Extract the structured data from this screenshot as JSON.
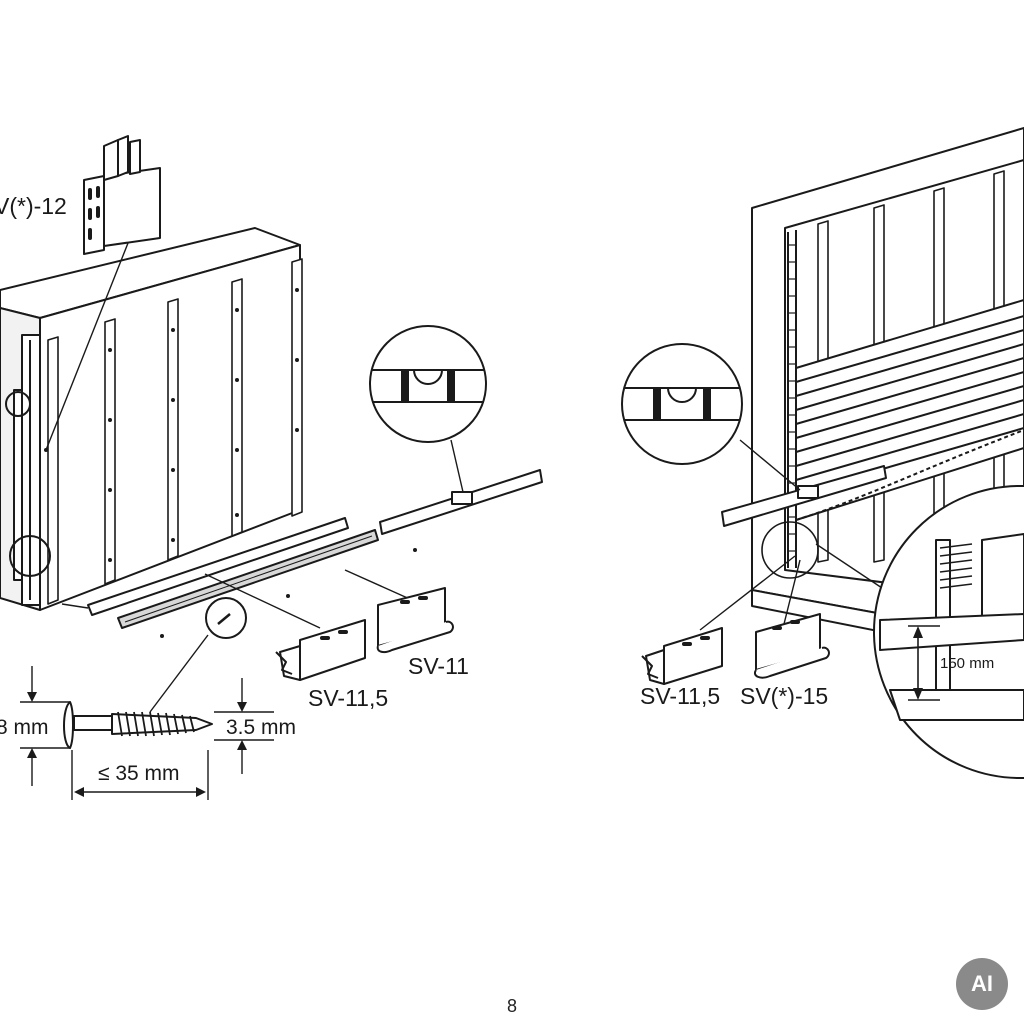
{
  "labels": {
    "corner_post": "V(*)-12",
    "left_starter": "SV-11,5",
    "left_jchannel": "SV-11",
    "screw_head": "8 mm",
    "screw_thread": "3.5 mm",
    "screw_length": "≤ 35 mm",
    "right_starter": "SV-11,5",
    "right_trim": "SV(*)-15",
    "offset": "150 mm"
  },
  "page_number": "8",
  "badge": "AI",
  "colors": {
    "line": "#1a1a1a",
    "panel": "#ffffff",
    "shade": "#d8d8d8"
  }
}
